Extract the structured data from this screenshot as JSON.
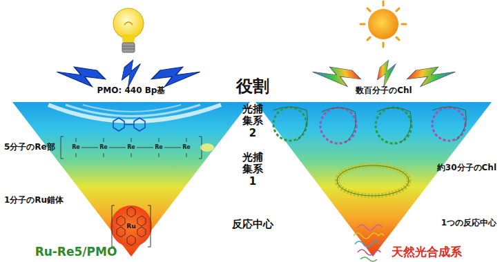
{
  "diagram": {
    "labels": [
      "役割",
      "PMO: 440 Bp基",
      "数百分子のChl",
      "光捕集系2",
      "5分子のRe部",
      "Re",
      "Re",
      "Re",
      "Re",
      "Re",
      "光捕集系1",
      "約30分子のChl",
      "1分子のRu錯体",
      "Ru",
      "反応中心",
      "1つの反応中心",
      "Ru-Re5/PMO",
      "天然光合成系"
    ]
  }
}
